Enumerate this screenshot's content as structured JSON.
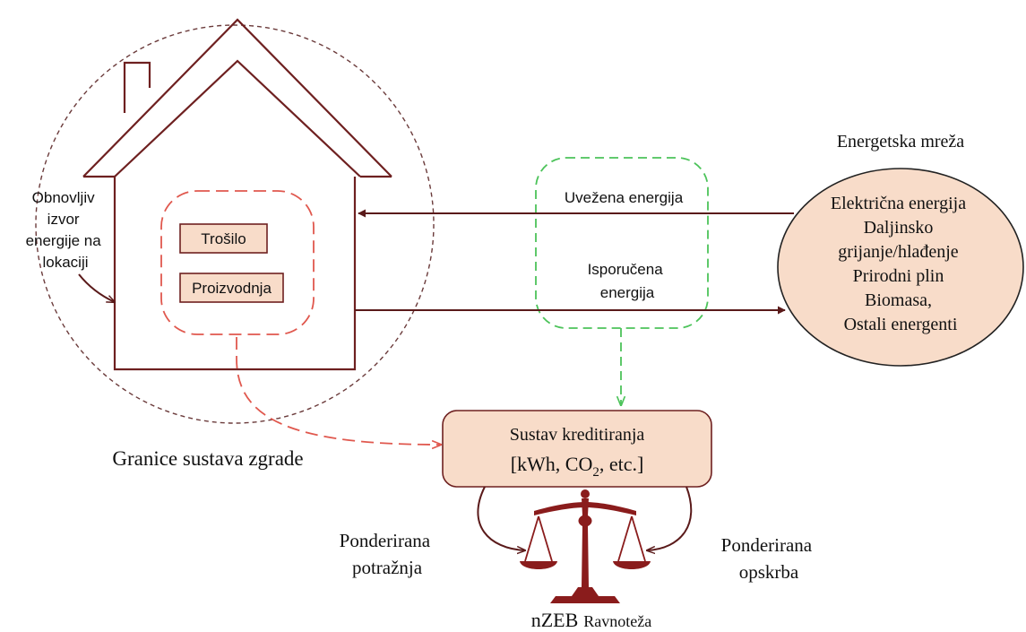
{
  "labels": {
    "renewable_source": [
      "Obnovljiv",
      "izvor",
      "energije na",
      "lokaciji"
    ],
    "consumption": "Trošilo",
    "production": "Proizvodnja",
    "imported_energy": "Uvežena energija",
    "delivered_energy": [
      "Isporučena",
      "energija"
    ],
    "energy_grid_title": "Energetska mreža",
    "grid_carriers": [
      "Električna energija",
      "Daljinsko",
      "grijanje/hlađenje",
      "Prirodni plin",
      "Biomasa,",
      "Ostali energenti"
    ],
    "building_boundary": "Granice sustava zgrade",
    "credit_system_title": "Sustav kreditiranja",
    "credit_units_prefix": "[kWh, CO",
    "credit_units_sub": "2",
    "credit_units_suffix": ", etc.]",
    "weighted_demand": [
      "Ponderirana",
      "potražnja"
    ],
    "weighted_supply": [
      "Ponderirana",
      "opskrba"
    ],
    "balance_prefix": "nZEB",
    "balance_word": "Ravnoteža"
  },
  "colors": {
    "house_stroke": "#6e2020",
    "box_fill": "#f8dcc9",
    "red_dash": "#e0584e",
    "green_dash": "#4cc35a",
    "scale": "#8a1c1c"
  }
}
